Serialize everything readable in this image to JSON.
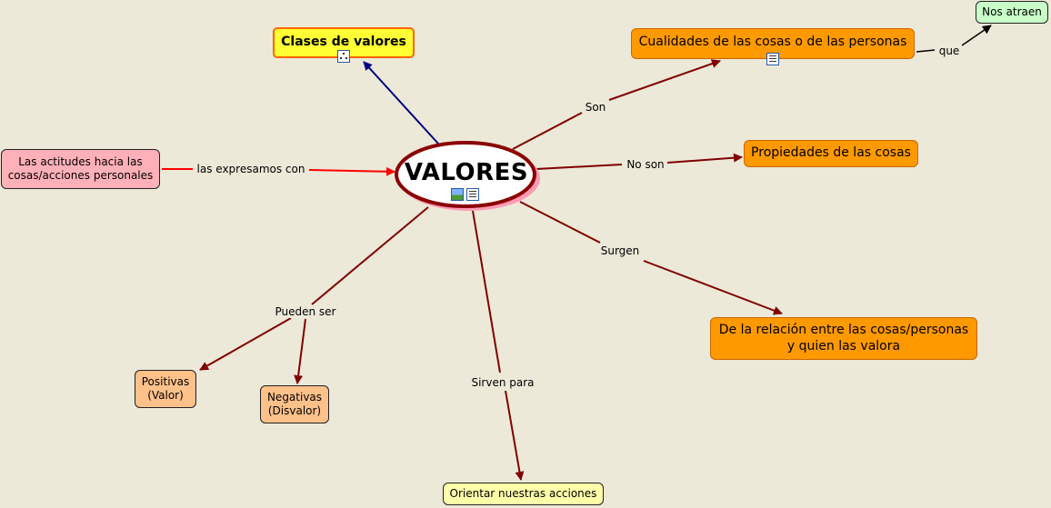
{
  "colors": {
    "link_dark_red": "#800000",
    "link_blue": "#000080",
    "link_red": "#ff0000",
    "link_black": "#000000",
    "background": "#ece9d8"
  },
  "nodes": {
    "valores": "VALORES",
    "clases": "Clases de valores",
    "cualidades": "Cualidades de las cosas o de las personas",
    "nos_atraen": "Nos atraen",
    "propiedades": "Propiedades de las cosas",
    "actitudes_1": "Las actitudes hacia las",
    "actitudes_2": "cosas/acciones personales",
    "relacion_1": "De la relación entre las cosas/personas",
    "relacion_2": "y quien las valora",
    "positivas_1": "Positivas",
    "positivas_2": "(Valor)",
    "negativas_1": "Negativas",
    "negativas_2": "(Disvalor)",
    "orientar": "Orientar nuestras acciones"
  },
  "links": {
    "son": "Son",
    "que": "que",
    "no_son": "No son",
    "expresamos": "las expresamos con",
    "surgen": "Surgen",
    "pueden_ser": "Pueden ser",
    "sirven_para": "Sirven para"
  },
  "icons": {
    "valores": [
      "image-icon",
      "document-icon"
    ],
    "clases": [
      "concept-map-icon"
    ],
    "cualidades": [
      "document-icon"
    ]
  }
}
